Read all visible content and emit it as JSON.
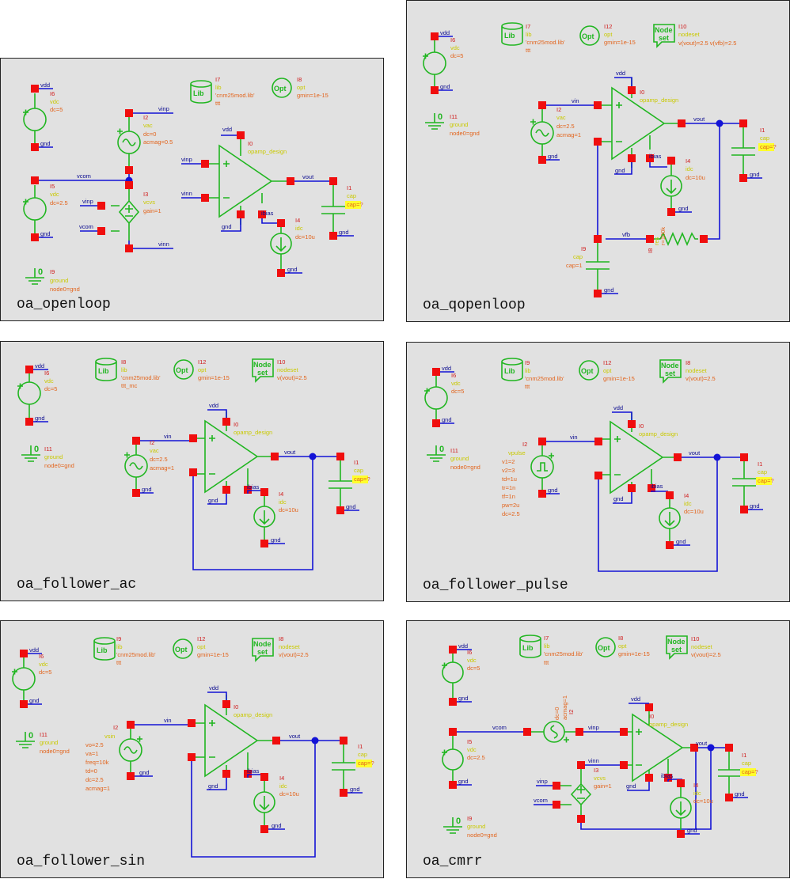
{
  "panels": {
    "p1": {
      "title": "oa_openloop",
      "i6": {
        "name": "I6",
        "cell": "vdc",
        "param": "dc=5",
        "top": "vdd",
        "bot": "gnd"
      },
      "i5": {
        "name": "I5",
        "cell": "vdc",
        "param": "dc=2.5",
        "bot": "gnd"
      },
      "i2": {
        "name": "I2",
        "cell": "vac",
        "p1": "dc=0",
        "p2": "acmag=0.5"
      },
      "i3": {
        "name": "I3",
        "cell": "vcvs",
        "param": "gain=1"
      },
      "i7": {
        "name": "I7",
        "cell": "lib",
        "p1": "'cnm25mod.lib'",
        "p2": "ttt"
      },
      "i8": {
        "name": "I8",
        "cell": "opt",
        "param": "gmin=1e-15"
      },
      "i0": {
        "name": "I0",
        "cell": "opamp_design"
      },
      "i4": {
        "name": "I4",
        "cell": "idc",
        "param": "dc=10u"
      },
      "i1": {
        "name": "I1",
        "cell": "cap",
        "param": "cap=?"
      },
      "i9": {
        "name": "I9",
        "cell": "ground",
        "param": "node0=gnd"
      },
      "nets": {
        "vcom": "vcom",
        "vinp": "vinp",
        "vinn": "vinn",
        "vdd": "vdd",
        "gnd": "gnd",
        "vout": "vout",
        "ibias": "ibias"
      }
    },
    "p2": {
      "title": "oa_qopenloop",
      "i6": {
        "name": "I6",
        "cell": "vdc",
        "param": "dc=5",
        "top": "vdd",
        "bot": "gnd"
      },
      "i7": {
        "name": "I7",
        "cell": "lib",
        "p1": "'cnm25mod.lib'",
        "p2": "ttt"
      },
      "i12": {
        "name": "I12",
        "cell": "opt",
        "param": "gmin=1e-15"
      },
      "i10": {
        "name": "I10",
        "cell": "nodeset",
        "param": "v(vout)=2.5 v(vfb)=2.5"
      },
      "i11": {
        "name": "I11",
        "cell": "ground",
        "param": "node0=gnd"
      },
      "i2": {
        "name": "I2",
        "cell": "vac",
        "p1": "dc=2.5",
        "p2": "acmag=1"
      },
      "i0": {
        "name": "I0",
        "cell": "opamp_design"
      },
      "i4": {
        "name": "I4",
        "cell": "idc",
        "param": "dc=10u"
      },
      "i1": {
        "name": "I1",
        "cell": "cap",
        "param": "cap=?"
      },
      "i9": {
        "name": "I9",
        "cell": "cap",
        "param": "cap=1"
      },
      "i8": {
        "name": "I8",
        "cell": "res",
        "param": "r=100k"
      },
      "nets": {
        "vin": "vin",
        "vdd": "vdd",
        "gnd": "gnd",
        "vout": "vout",
        "ibias": "ibias",
        "vfb": "vfb"
      }
    },
    "p3": {
      "title": "oa_follower_ac",
      "i6": {
        "name": "I6",
        "cell": "vdc",
        "param": "dc=5",
        "top": "vdd",
        "bot": "gnd"
      },
      "i8": {
        "name": "I8",
        "cell": "lib",
        "p1": "'cnm25mod.lib'",
        "p2": "ttt_mc"
      },
      "i12": {
        "name": "I12",
        "cell": "opt",
        "param": "gmin=1e-15"
      },
      "i10": {
        "name": "I10",
        "cell": "nodeset",
        "param": "v(vout)=2.5"
      },
      "i11": {
        "name": "I11",
        "cell": "ground",
        "param": "node0=gnd"
      },
      "i2": {
        "name": "I2",
        "cell": "vac",
        "p1": "dc=2.5",
        "p2": "acmag=1"
      },
      "i0": {
        "name": "I0",
        "cell": "opamp_design"
      },
      "i4": {
        "name": "I4",
        "cell": "idc",
        "param": "dc=10u"
      },
      "i1": {
        "name": "I1",
        "cell": "cap",
        "param": "cap=?"
      },
      "nets": {
        "vin": "vin",
        "vdd": "vdd",
        "gnd": "gnd",
        "vout": "vout",
        "ibias": "ibias"
      }
    },
    "p4": {
      "title": "oa_follower_pulse",
      "i6": {
        "name": "I6",
        "cell": "vdc",
        "param": "dc=5",
        "top": "vdd",
        "bot": "gnd"
      },
      "i9": {
        "name": "I9",
        "cell": "lib",
        "p1": "'cnm25mod.lib'",
        "p2": "ttt"
      },
      "i12": {
        "name": "I12",
        "cell": "opt",
        "param": "gmin=1e-15"
      },
      "i8": {
        "name": "I8",
        "cell": "nodeset",
        "param": "v(vout)=2.5"
      },
      "i11": {
        "name": "I11",
        "cell": "ground",
        "param": "node0=gnd"
      },
      "i2": {
        "name": "I2",
        "cell": "vpulse",
        "params": [
          "v1=2",
          "v2=3",
          "td=1u",
          "tr=1n",
          "tf=1n",
          "pw=2u",
          "dc=2.5"
        ]
      },
      "i0": {
        "name": "I0",
        "cell": "opamp_design"
      },
      "i4": {
        "name": "I4",
        "cell": "idc",
        "param": "dc=10u"
      },
      "i1": {
        "name": "I1",
        "cell": "cap",
        "param": "cap=?"
      },
      "nets": {
        "vin": "vin",
        "vdd": "vdd",
        "gnd": "gnd",
        "vout": "vout",
        "ibias": "ibias"
      }
    },
    "p5": {
      "title": "oa_follower_sin",
      "i6": {
        "name": "I6",
        "cell": "vdc",
        "param": "dc=5",
        "top": "vdd",
        "bot": "gnd"
      },
      "i9": {
        "name": "I9",
        "cell": "lib",
        "p1": "'cnm25mod.lib'",
        "p2": "ttt"
      },
      "i12": {
        "name": "I12",
        "cell": "opt",
        "param": "gmin=1e-15"
      },
      "i8": {
        "name": "I8",
        "cell": "nodeset",
        "param": "v(vout)=2.5"
      },
      "i11": {
        "name": "I11",
        "cell": "ground",
        "param": "node0=gnd"
      },
      "i2": {
        "name": "I2",
        "cell": "vsin",
        "params": [
          "vo=2.5",
          "va=1",
          "freq=10k",
          "td=0",
          "dc=2.5",
          "acmag=1"
        ]
      },
      "i0": {
        "name": "I0",
        "cell": "opamp_design"
      },
      "i4": {
        "name": "I4",
        "cell": "idc",
        "param": "dc=10u"
      },
      "i1": {
        "name": "I1",
        "cell": "cap",
        "param": "cap=?"
      },
      "nets": {
        "vin": "vin",
        "vdd": "vdd",
        "gnd": "gnd",
        "vout": "vout",
        "ibias": "ibias"
      }
    },
    "p6": {
      "title": "oa_cmrr",
      "i6": {
        "name": "I6",
        "cell": "vdc",
        "param": "dc=5",
        "top": "vdd",
        "bot": "gnd"
      },
      "i5": {
        "name": "I5",
        "cell": "vdc",
        "param": "dc=2.5",
        "bot": "gnd"
      },
      "i7": {
        "name": "I7",
        "cell": "lib",
        "p1": "'cnm25mod.lib'",
        "p2": "ttt"
      },
      "i8": {
        "name": "I8",
        "cell": "opt",
        "param": "gmin=1e-15"
      },
      "i10": {
        "name": "I10",
        "cell": "nodeset",
        "param": "v(vout)=2.5"
      },
      "i9": {
        "name": "I9",
        "cell": "ground",
        "param": "node0=gnd"
      },
      "i2": {
        "name": "I2",
        "cell": "vac",
        "p1": "dc=0",
        "p2": "acmag=1"
      },
      "i3": {
        "name": "I3",
        "cell": "vcvs",
        "param": "gain=1"
      },
      "i0": {
        "name": "I0",
        "cell": "opamp_design"
      },
      "i4": {
        "name": "I4",
        "cell": "idc",
        "param": "dc=10u"
      },
      "i1": {
        "name": "I1",
        "cell": "cap",
        "param": "cap=?"
      },
      "nets": {
        "vcom": "vcom",
        "vinp": "vinp",
        "vinn": "vinn",
        "vdd": "vdd",
        "gnd": "gnd",
        "vout": "vout",
        "ibias": "ibias"
      }
    }
  },
  "icons": {
    "lib": "Lib",
    "opt": "Opt",
    "nodeset1": "Node",
    "nodeset2": "set"
  },
  "colors": {
    "panel": "#e1e1e1",
    "symbol": "#21b621",
    "wire": "#1313d6",
    "pin": "#f00e0e",
    "instance": "#d01c1c",
    "cell": "#c9c900",
    "param": "#e2641c",
    "highlight": "#ffff2c"
  }
}
